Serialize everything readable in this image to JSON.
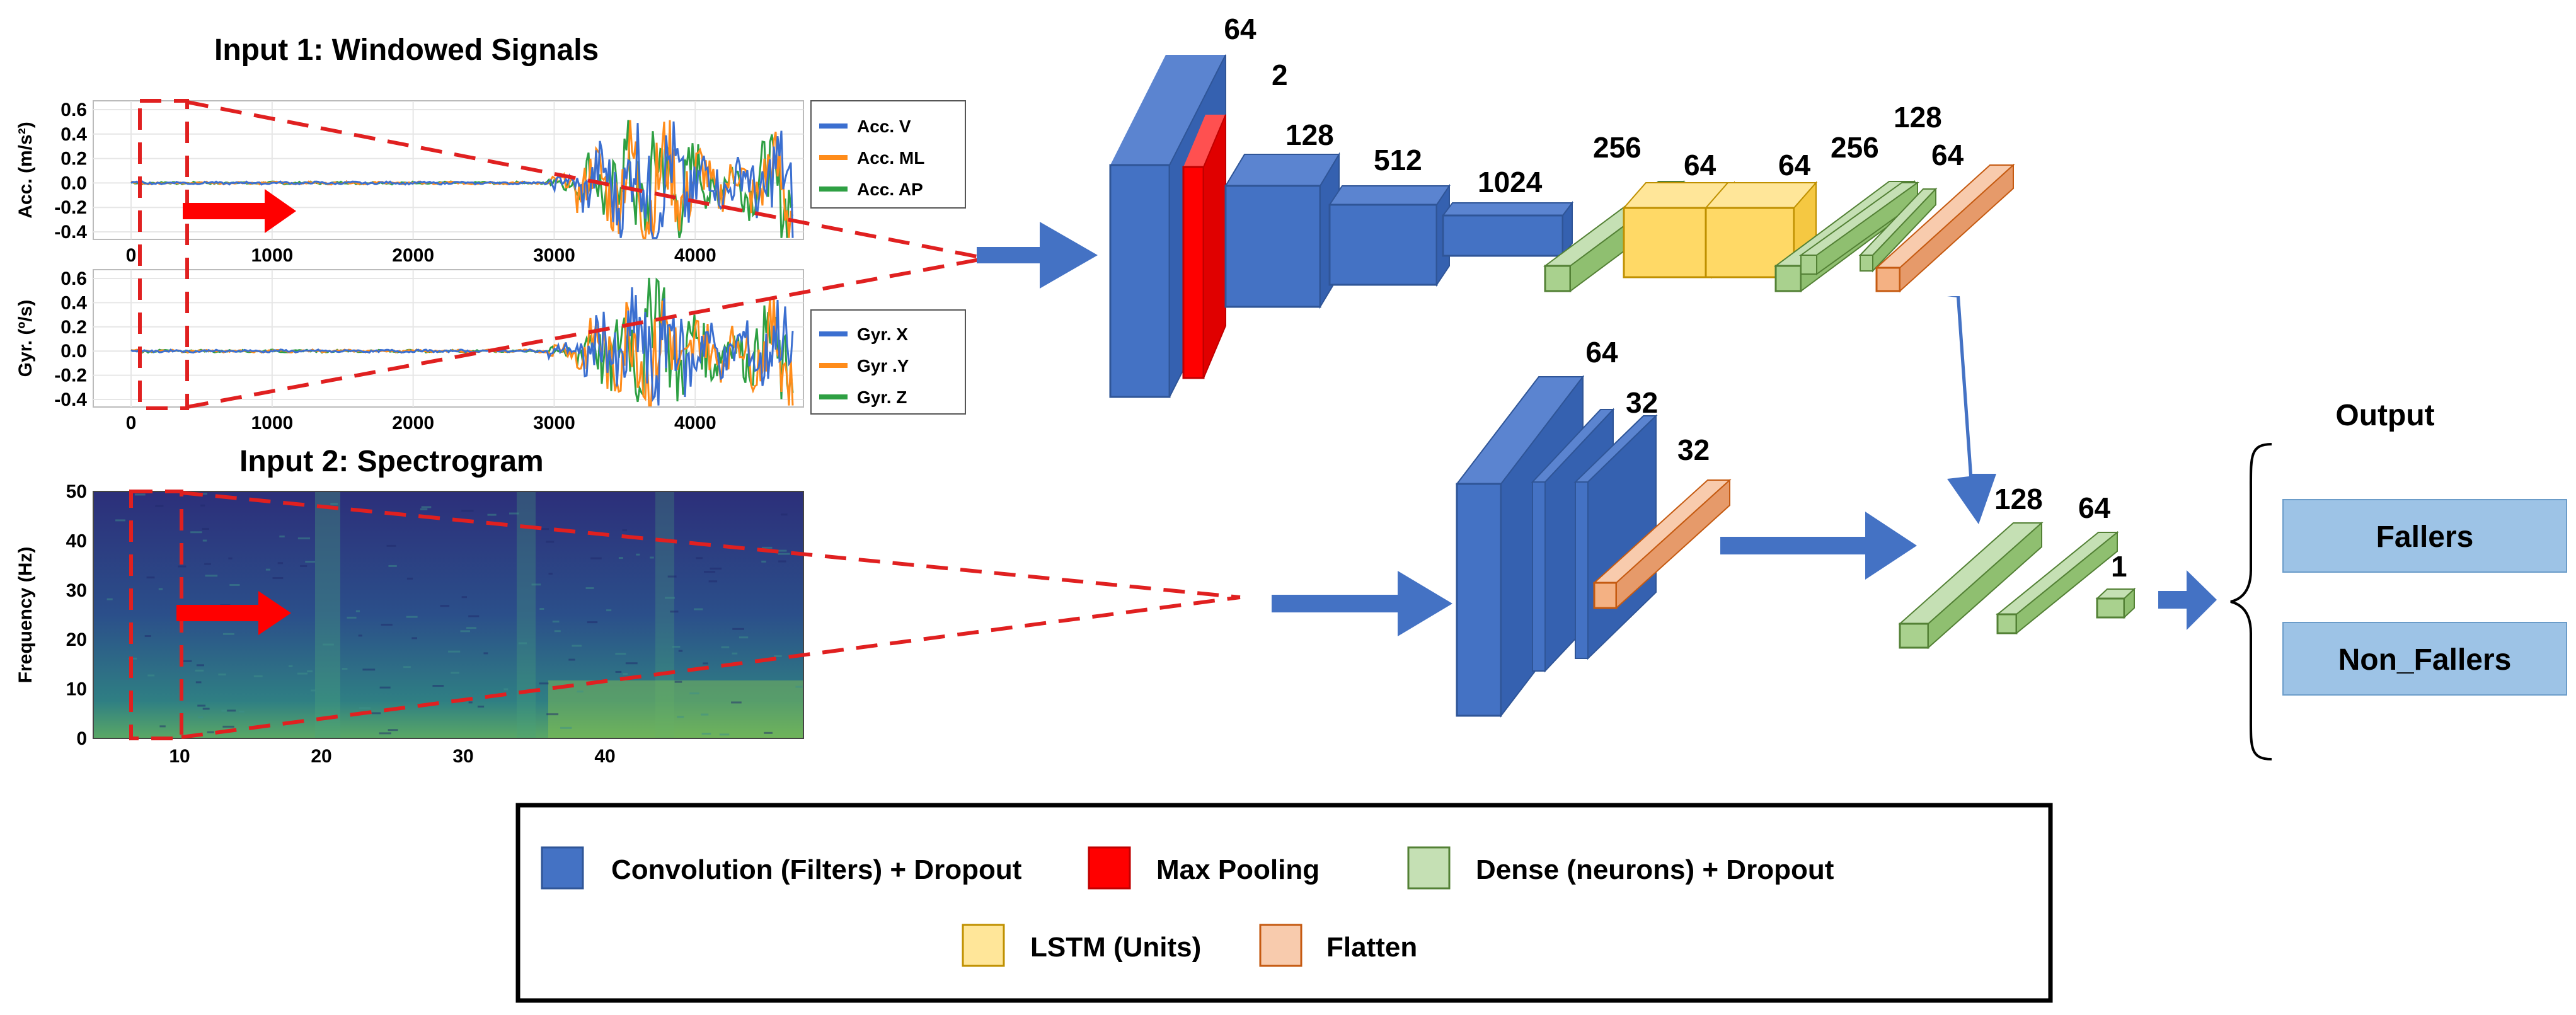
{
  "input1": {
    "title": "Input 1: Windowed Signals",
    "acc": {
      "ylabel": "Acc. (m/s²)",
      "yticks": [
        "0.6",
        "0.4",
        "0.2",
        "0.0",
        "-0.2",
        "-0.4"
      ],
      "xticks": [
        "0",
        "1000",
        "2000",
        "3000",
        "4000"
      ],
      "legend": [
        "Acc. V",
        "Acc. ML",
        "Acc. AP"
      ]
    },
    "gyr": {
      "ylabel": "Gyr. (º/s)",
      "yticks": [
        "0.6",
        "0.4",
        "0.2",
        "0.0",
        "-0.2",
        "-0.4"
      ],
      "xticks": [
        "0",
        "1000",
        "2000",
        "3000",
        "4000"
      ],
      "legend": [
        "Gyr. X",
        "Gyr .Y",
        "Gyr. Z"
      ]
    },
    "series_colors": [
      "#3b6fd0",
      "#ff8c1a",
      "#2ea043"
    ]
  },
  "input2": {
    "title": "Input 2: Spectrogram",
    "ylabel": "Frequency (Hz)",
    "yticks": [
      "50",
      "40",
      "30",
      "20",
      "10",
      "0"
    ],
    "xticks": [
      "10",
      "20",
      "30",
      "40"
    ]
  },
  "top_branch": {
    "labels": {
      "conv1": "64",
      "maxpool": "2",
      "conv2": "128",
      "conv3": "512",
      "conv4": "1024",
      "dense1": "256",
      "lstm1": "64",
      "lstm2": "64",
      "dense2": "256",
      "dense3": "128",
      "flatten": "64"
    }
  },
  "bottom_branch": {
    "labels": {
      "conv1": "64",
      "conv2": "32",
      "flatten": "32"
    }
  },
  "merge": {
    "labels": {
      "dense1": "128",
      "dense2": "64",
      "out": "1"
    }
  },
  "output": {
    "title": "Output",
    "classes": [
      "Fallers",
      "Non_Fallers"
    ]
  },
  "legend": {
    "items": [
      {
        "label": "Convolution (Filters) + Dropout",
        "color": "#4472c4"
      },
      {
        "label": "Max Pooling",
        "color": "#ff0000"
      },
      {
        "label": "Dense (neurons) + Dropout",
        "color": "#c5e0b4"
      },
      {
        "label": "LSTM (Units)",
        "color": "#ffe699"
      },
      {
        "label": "Flatten",
        "color": "#f8cbad"
      }
    ]
  },
  "colors": {
    "conv": "#4472c4",
    "maxpool": "#ff0000",
    "dense": "#a9d18e",
    "lstm": "#ffd966",
    "flatten": "#f4b183",
    "arrow": "#4472c4",
    "red_dash": "#e02020",
    "output_box": "#9dc3e6"
  }
}
